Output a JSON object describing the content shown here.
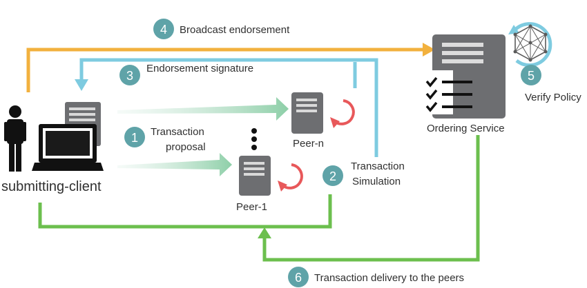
{
  "colors": {
    "orange": "#f2b13e",
    "blue": "#7ecbe0",
    "green": "#6cbf4e",
    "teal_badge": "#5fa3a8",
    "peer_arrow": "#8ecfa8",
    "gray_dark": "#58595b",
    "gray_mid": "#6d6e71",
    "red_cycle": "#e8585a",
    "text": "#2f2f2f"
  },
  "steps": [
    {
      "number": "1",
      "label_line1": "Transaction",
      "label_line2": "proposal"
    },
    {
      "number": "2",
      "label_line1": "Transaction",
      "label_line2": "Simulation"
    },
    {
      "number": "3",
      "label": "Endorsement signature"
    },
    {
      "number": "4",
      "label": "Broadcast endorsement"
    },
    {
      "number": "5",
      "label": "Verify Policy"
    },
    {
      "number": "6",
      "label": "Transaction delivery to the peers"
    }
  ],
  "nodes": {
    "client": "submitting-client",
    "peer_n": "Peer-n",
    "peer_1": "Peer-1",
    "ordering": "Ordering Service"
  },
  "icons": {
    "client_person": "person-icon",
    "client_laptop": "laptop-icon",
    "client_doc": "document-icon",
    "peer_server": "server-icon",
    "cycle": "refresh-cycle-icon",
    "checklist": "checklist-icon",
    "network": "network-hexagon-icon"
  }
}
